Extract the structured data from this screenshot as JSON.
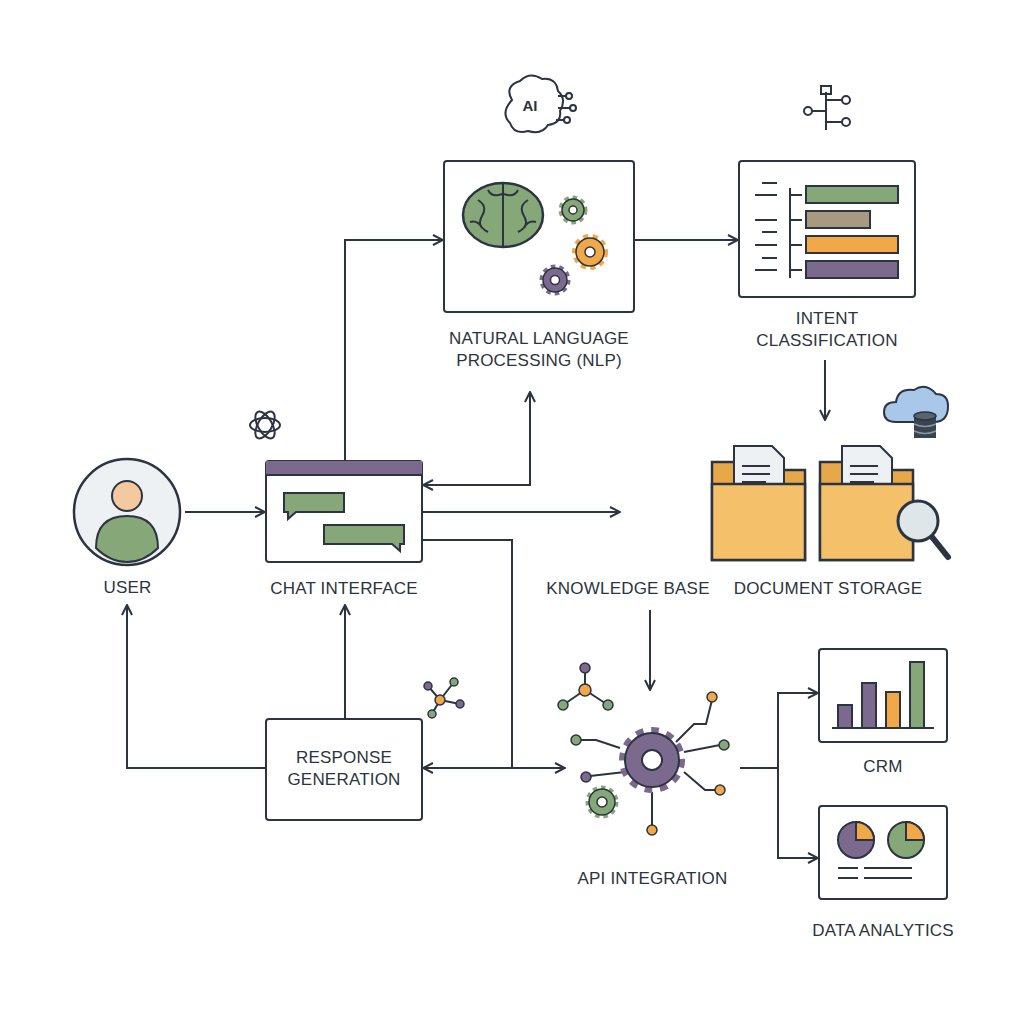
{
  "diagram": {
    "nodes": [
      {
        "text": [
          "NATURAL LANGUAGE PROCESSING (NLP)"
        ]
      },
      {
        "text": [
          "INTENT CLASSIFICATION"
        ]
      },
      {
        "text": [
          "USER"
        ]
      },
      {
        "text": [
          "CHAT INTERFACE"
        ]
      },
      {
        "text": [
          "KNOWLEDGE BASE"
        ]
      },
      {
        "text": [
          "DOCUMENT STORAGE"
        ]
      },
      {
        "text": [
          "RESPONSE GENERATION"
        ]
      },
      {
        "text": [
          "API INTEGRATION"
        ]
      },
      {
        "text": [
          "CRM"
        ]
      },
      {
        "text": [
          "DATA ANALYTICS"
        ]
      }
    ],
    "edges": [
      {
        "from": 2,
        "to": 3,
        "arrow": "to"
      },
      {
        "from": 3,
        "to": 0,
        "arrow": "to"
      },
      {
        "from": 3,
        "to": 0,
        "arrow": "both"
      },
      {
        "from": 0,
        "to": 1,
        "arrow": "to"
      },
      {
        "from": 1,
        "to": 5,
        "arrow": "to"
      },
      {
        "from": 3,
        "to": 4,
        "arrow": "to"
      },
      {
        "from": 4,
        "to": 7,
        "arrow": "to"
      },
      {
        "from": 3,
        "to": 6,
        "arrow": "to"
      },
      {
        "from": 3,
        "to": 7,
        "arrow": "to"
      },
      {
        "from": 6,
        "to": 3,
        "arrow": "to"
      },
      {
        "from": 6,
        "to": 2,
        "arrow": "to"
      },
      {
        "from": 7,
        "to": 8,
        "arrow": "to"
      },
      {
        "from": 7,
        "to": 9,
        "arrow": "to"
      }
    ],
    "labels": [
      "AI"
    ]
  }
}
